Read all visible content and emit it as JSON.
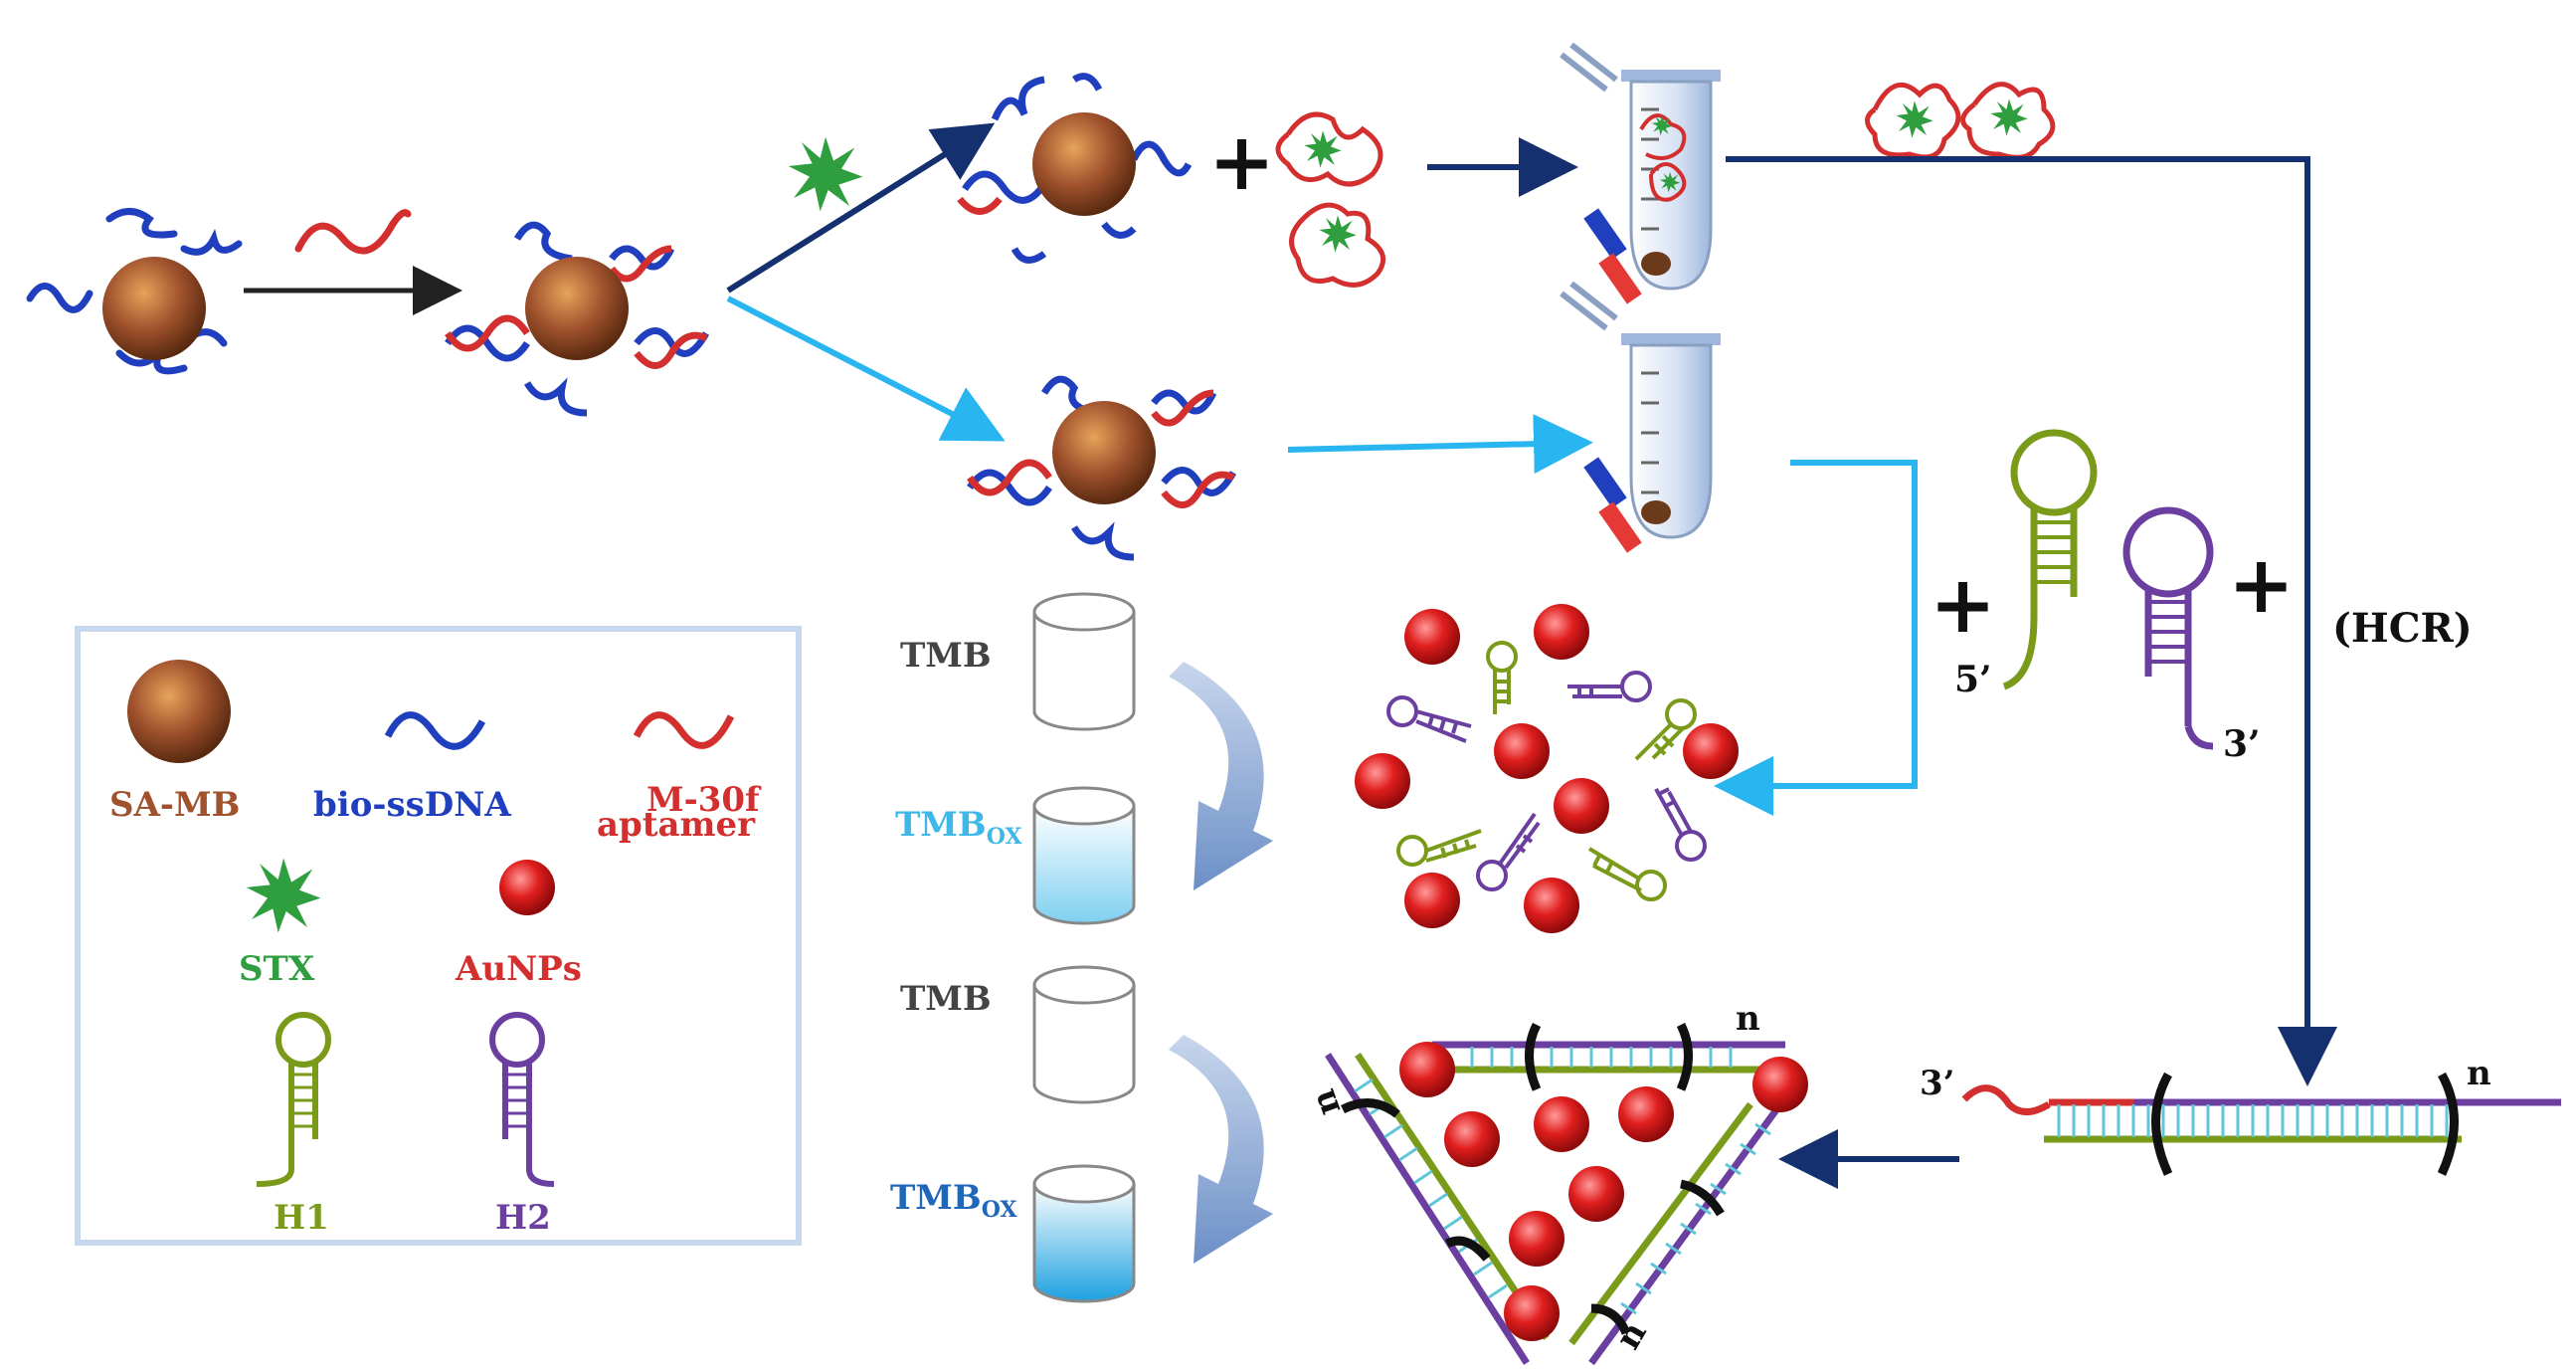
{
  "legend": {
    "items": [
      {
        "label": "SA-MB",
        "color": "#a0522d"
      },
      {
        "label": "bio-ssDNA",
        "color": "#1f3fbf"
      },
      {
        "label": "M-30f",
        "color": "#d32f2f"
      },
      {
        "label": "aptamer",
        "color": "#d32f2f"
      },
      {
        "label": "STX",
        "color": "#2e9e3e"
      },
      {
        "label": "AuNPs",
        "color": "#d32f2f"
      },
      {
        "label": "H1",
        "color": "#7a9a1a"
      },
      {
        "label": "H2",
        "color": "#6b3fa0"
      }
    ]
  },
  "labels": {
    "hcr": "(HCR)",
    "five_prime": "5’",
    "three_prime_h2": "3’",
    "three_prime_duplex": "3’",
    "n_top": "n",
    "n_right": "n",
    "n_left": "n",
    "n_bottom": "n",
    "tmb_1": "TMB",
    "tmbox_1_main": "TMB",
    "tmbox_1_sub": "OX",
    "tmb_2": "TMB",
    "tmbox_2_main": "TMB",
    "tmbox_2_sub": "OX",
    "plus": "+"
  },
  "colors": {
    "bead": "#a0522d",
    "bio_ssdna": "#1f3fbf",
    "aptamer": "#d32f2f",
    "stx": "#2e9e3e",
    "h1": "#7a9a1a",
    "h2": "#6b3fa0",
    "dark_arrow": "#14306e",
    "light_arrow": "#29b6f0",
    "pale_blue": "#bfe3f2",
    "tmbox_light": "#3fb8e8",
    "tmbox_dark": "#1f67b8"
  }
}
